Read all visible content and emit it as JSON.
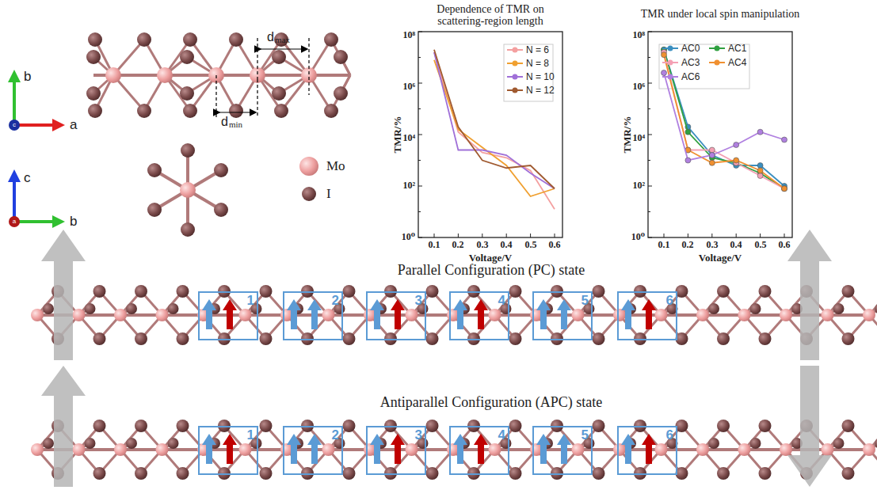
{
  "diagram": {
    "nodes": [
      {
        "text": [
          "1"
        ]
      },
      {
        "text": [
          "2"
        ]
      },
      {
        "text": [
          "3"
        ]
      },
      {
        "text": [
          "4"
        ]
      },
      {
        "text": [
          "5"
        ]
      },
      {
        "text": [
          "6"
        ]
      },
      {
        "text": [
          "1"
        ]
      },
      {
        "text": [
          "2"
        ]
      },
      {
        "text": [
          "3"
        ]
      },
      {
        "text": [
          "4"
        ]
      },
      {
        "text": [
          "5"
        ]
      },
      {
        "text": [
          "6"
        ]
      }
    ],
    "labels": [
      "b",
      "a",
      "c",
      "c",
      "b",
      "a",
      "d",
      "max",
      "d",
      "min",
      "Mo",
      "I",
      "Dependence of TMR on scattering-region length",
      "TMR/%",
      "10⁸",
      "10⁶",
      "10⁴",
      "10²",
      "10⁰",
      "0.1",
      "0.2",
      "0.3",
      "0.4",
      "0.5",
      "0.6",
      "Voltage/V",
      "TMR under local spin manipulation",
      "TMR/%",
      "10⁸",
      "10⁶",
      "10⁴",
      "10²",
      "10⁰",
      "0.1",
      "0.2",
      "0.3",
      "0.4",
      "0.5",
      "0.6",
      "Voltage/V",
      "Parallel Configuration (PC) state",
      "Antiparallel Configuration (APC) state"
    ],
    "legend": [
      {
        "text": "N = 6",
        "color": "#f4a0a0"
      },
      {
        "text": "N = 8",
        "color": "#f0a030"
      },
      {
        "text": "N = 10",
        "color": "#a070d8"
      },
      {
        "text": "N = 12",
        "color": "#a05a30"
      },
      {
        "text": "AC0",
        "color": "#3a8fc0"
      },
      {
        "text": "AC1",
        "color": "#30a040"
      },
      {
        "text": "AC3",
        "color": "#f4a0b4"
      },
      {
        "text": "AC4",
        "color": "#f09030"
      },
      {
        "text": "AC6",
        "color": "#b080e0"
      }
    ]
  }
}
